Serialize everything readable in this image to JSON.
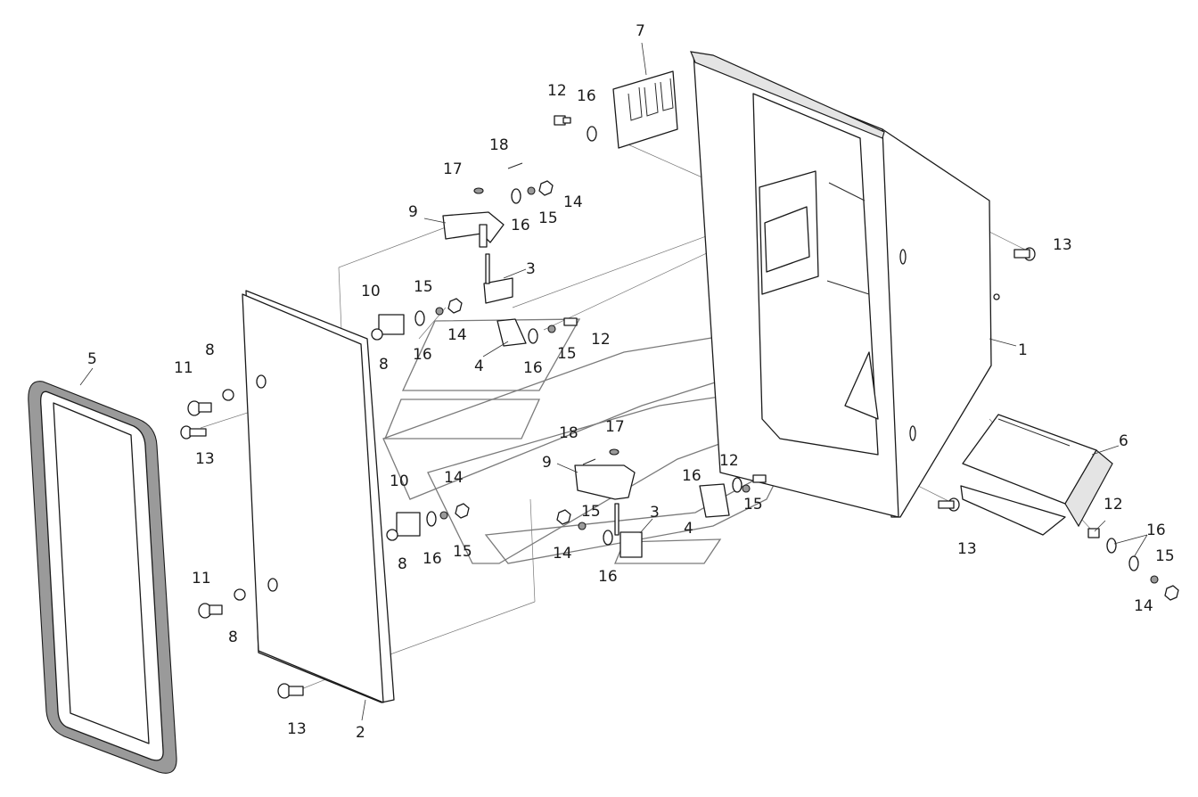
{
  "callouts": [
    {
      "id": "c1",
      "text": "1"
    },
    {
      "id": "c2",
      "text": "2"
    },
    {
      "id": "c3a",
      "text": "3"
    },
    {
      "id": "c3b",
      "text": "3"
    },
    {
      "id": "c4a",
      "text": "4"
    },
    {
      "id": "c4b",
      "text": "4"
    },
    {
      "id": "c5",
      "text": "5"
    },
    {
      "id": "c6",
      "text": "6"
    },
    {
      "id": "c7",
      "text": "7"
    },
    {
      "id": "c8a",
      "text": "8"
    },
    {
      "id": "c8b",
      "text": "8"
    },
    {
      "id": "c8c",
      "text": "8"
    },
    {
      "id": "c8d",
      "text": "8"
    },
    {
      "id": "c9a",
      "text": "9"
    },
    {
      "id": "c9b",
      "text": "9"
    },
    {
      "id": "c10a",
      "text": "10"
    },
    {
      "id": "c10b",
      "text": "10"
    },
    {
      "id": "c11a",
      "text": "11"
    },
    {
      "id": "c11b",
      "text": "11"
    },
    {
      "id": "c12a",
      "text": "12"
    },
    {
      "id": "c12b",
      "text": "12"
    },
    {
      "id": "c12c",
      "text": "12"
    },
    {
      "id": "c12d",
      "text": "12"
    },
    {
      "id": "c13a",
      "text": "13"
    },
    {
      "id": "c13b",
      "text": "13"
    },
    {
      "id": "c13c",
      "text": "13"
    },
    {
      "id": "c13d",
      "text": "13"
    },
    {
      "id": "c14a",
      "text": "14"
    },
    {
      "id": "c14b",
      "text": "14"
    },
    {
      "id": "c14c",
      "text": "14"
    },
    {
      "id": "c14d",
      "text": "14"
    },
    {
      "id": "c14e",
      "text": "14"
    },
    {
      "id": "c15a",
      "text": "15"
    },
    {
      "id": "c15b",
      "text": "15"
    },
    {
      "id": "c15c",
      "text": "15"
    },
    {
      "id": "c15d",
      "text": "15"
    },
    {
      "id": "c15e",
      "text": "15"
    },
    {
      "id": "c15f",
      "text": "15"
    },
    {
      "id": "c15g",
      "text": "15"
    },
    {
      "id": "c16a",
      "text": "16"
    },
    {
      "id": "c16b",
      "text": "16"
    },
    {
      "id": "c16c",
      "text": "16"
    },
    {
      "id": "c16d",
      "text": "16"
    },
    {
      "id": "c16e",
      "text": "16"
    },
    {
      "id": "c16f",
      "text": "16"
    },
    {
      "id": "c16g",
      "text": "16"
    },
    {
      "id": "c16h",
      "text": "16"
    },
    {
      "id": "c17a",
      "text": "17"
    },
    {
      "id": "c17b",
      "text": "17"
    },
    {
      "id": "c18a",
      "text": "18"
    },
    {
      "id": "c18b",
      "text": "18"
    }
  ],
  "colors": {
    "ink": "#1a1a1a",
    "assembly_line": "#777777",
    "background": "#ffffff"
  }
}
